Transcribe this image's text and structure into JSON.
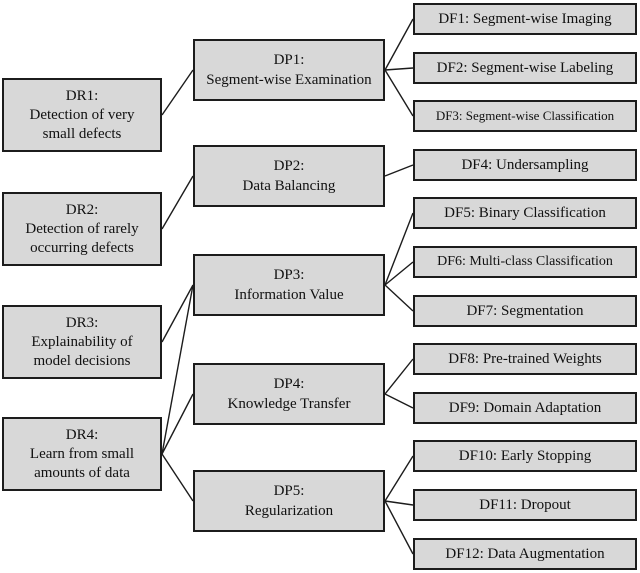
{
  "diagram": {
    "background": "#ffffff",
    "colors": {
      "box_fill": "#d8d8d8",
      "box_border": "#1c1c1c",
      "edge_line": "#1c1c1c",
      "text": "#111111"
    },
    "nodes": {
      "DR1": {
        "title": "DR1:",
        "line1": "Detection of very",
        "line2": "small defects"
      },
      "DR2": {
        "title": "DR2:",
        "line1": "Detection of rarely",
        "line2": "occurring defects"
      },
      "DR3": {
        "title": "DR3:",
        "line1": "Explainability of",
        "line2": "model decisions"
      },
      "DR4": {
        "title": "DR4:",
        "line1": "Learn from small",
        "line2": "amounts of data"
      },
      "DP1": {
        "title": "DP1:",
        "subtitle": "Segment-wise Examination"
      },
      "DP2": {
        "title": "DP2:",
        "subtitle": "Data Balancing"
      },
      "DP3": {
        "title": "DP3:",
        "subtitle": "Information Value"
      },
      "DP4": {
        "title": "DP4:",
        "subtitle": "Knowledge Transfer"
      },
      "DP5": {
        "title": "DP5:",
        "subtitle": "Regularization"
      },
      "DF1": {
        "label": "DF1: Segment-wise Imaging"
      },
      "DF2": {
        "label": "DF2: Segment-wise Labeling"
      },
      "DF3": {
        "label": "DF3: Segment-wise Classification"
      },
      "DF4": {
        "label": "DF4: Undersampling"
      },
      "DF5": {
        "label": "DF5: Binary Classification"
      },
      "DF6": {
        "label": "DF6: Multi-class Classification"
      },
      "DF7": {
        "label": "DF7: Segmentation"
      },
      "DF8": {
        "label": "DF8: Pre-trained Weights"
      },
      "DF9": {
        "label": "DF9: Domain Adaptation"
      },
      "DF10": {
        "label": "DF10: Early Stopping"
      },
      "DF11": {
        "label": "DF11: Dropout"
      },
      "DF12": {
        "label": "DF12: Data Augmentation"
      }
    },
    "edges": [
      {
        "from": "DR1",
        "to": "DP1"
      },
      {
        "from": "DR2",
        "to": "DP2"
      },
      {
        "from": "DR3",
        "to": "DP3"
      },
      {
        "from": "DR4",
        "to": "DP3"
      },
      {
        "from": "DR4",
        "to": "DP4"
      },
      {
        "from": "DR4",
        "to": "DP5"
      },
      {
        "from": "DP1",
        "to": "DF1"
      },
      {
        "from": "DP1",
        "to": "DF2"
      },
      {
        "from": "DP1",
        "to": "DF3"
      },
      {
        "from": "DP2",
        "to": "DF4"
      },
      {
        "from": "DP3",
        "to": "DF5"
      },
      {
        "from": "DP3",
        "to": "DF6"
      },
      {
        "from": "DP3",
        "to": "DF7"
      },
      {
        "from": "DP4",
        "to": "DF8"
      },
      {
        "from": "DP4",
        "to": "DF9"
      },
      {
        "from": "DP5",
        "to": "DF10"
      },
      {
        "from": "DP5",
        "to": "DF11"
      },
      {
        "from": "DP5",
        "to": "DF12"
      }
    ]
  }
}
